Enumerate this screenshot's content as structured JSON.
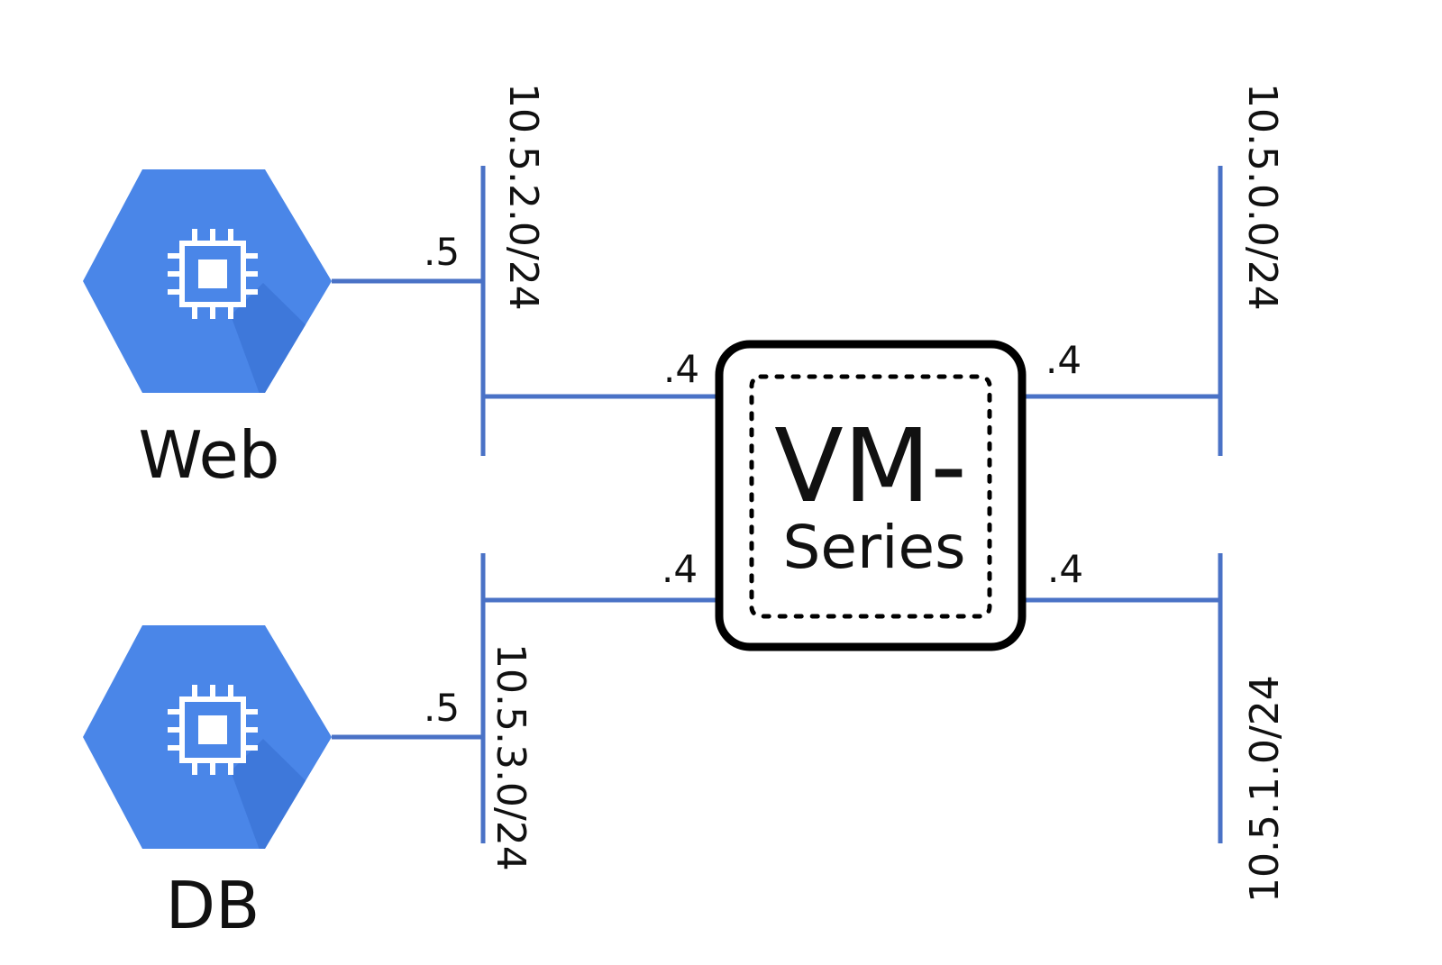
{
  "nodes": {
    "web": {
      "label": "Web",
      "icon": "compute-engine-icon",
      "color": "#4a86e8"
    },
    "db": {
      "label": "DB",
      "icon": "compute-engine-icon",
      "color": "#4a86e8"
    }
  },
  "firewall": {
    "title": "VM-",
    "subtitle": "Series"
  },
  "subnets": {
    "web_subnet": "10.5.2.0/24",
    "db_subnet": "10.5.3.0/24",
    "right_top_subnet": "10.5.0.0/24",
    "right_bottom_subnet": "10.5.1.0/24"
  },
  "interfaces": {
    "web_host": ".5",
    "db_host": ".5",
    "fw_left_top": ".4",
    "fw_left_bottom": ".4",
    "fw_right_top": ".4",
    "fw_right_bottom": ".4"
  },
  "colors": {
    "line": "#4a72c6",
    "hexagon": "#4a86e8",
    "hexagon_shadow": "#3b73d6"
  }
}
